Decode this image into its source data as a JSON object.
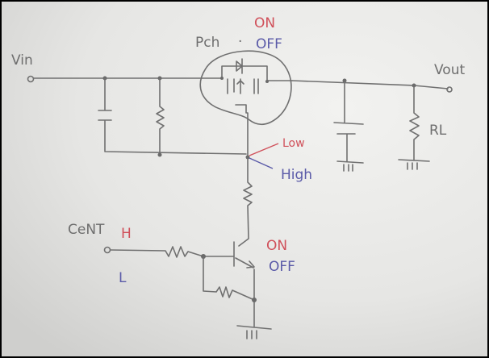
{
  "labels": {
    "vin": "Vin",
    "vout": "Vout",
    "pch": "Pch",
    "pch_dot": "·",
    "mosfet_on": "ON",
    "mosfet_off": "OFF",
    "rl": "RL",
    "gate_low": "Low",
    "gate_high": "High",
    "cent": "CeNT",
    "cent_high": "H",
    "cent_low": "L",
    "tr_on": "ON",
    "tr_off": "OFF"
  },
  "colors": {
    "pencil": "#707070",
    "red": "#d0505a",
    "blue": "#5a5aa8"
  }
}
